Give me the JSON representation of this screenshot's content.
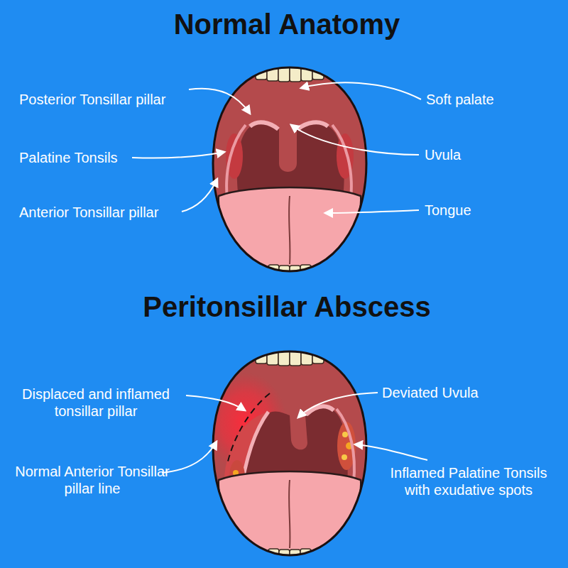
{
  "diagram": {
    "labels": [
      "Normal Anatomy",
      "Posterior Tonsillar pillar",
      "Soft palate",
      "Palatine Tonsils",
      "Uvula",
      "Anterior Tonsillar pillar",
      "Tongue",
      "Peritonsillar Abscess",
      "Displaced and inflamed tonsillar pillar",
      "Deviated Uvula",
      "Normal Anterior Tonsillar pillar line",
      "Inflamed Palatine Tonsils with exudative spots"
    ]
  }
}
